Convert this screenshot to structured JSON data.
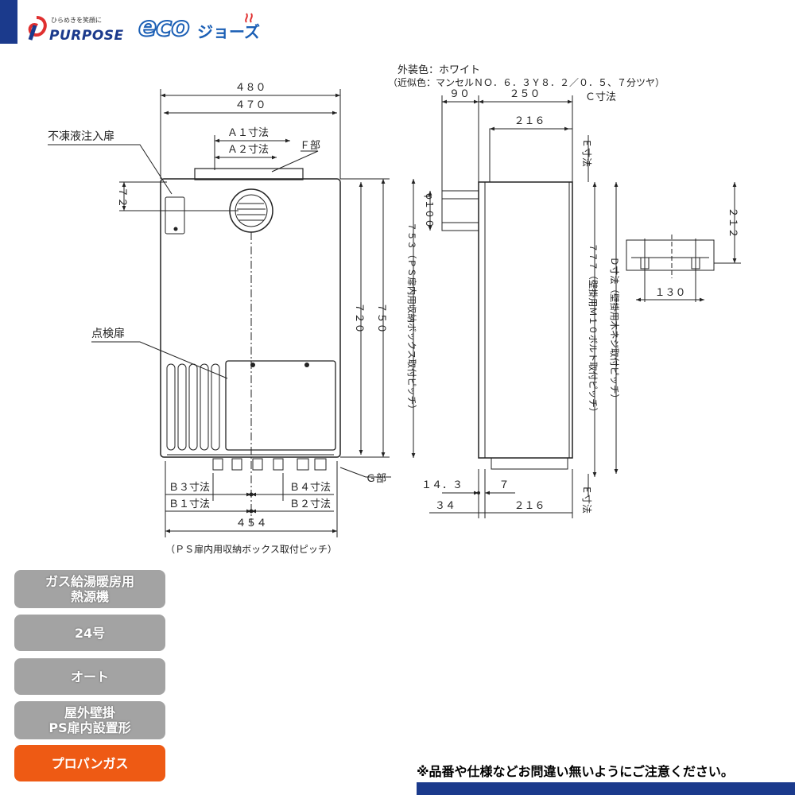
{
  "header": {
    "brand_tagline": "ひらめきを笑顔に",
    "brand_name": "PURPOSE",
    "eco_logo": "eco",
    "eco_logo_suffix": "ジョーズ",
    "brand_color": "#1b3a8c",
    "eco_color": "#1b5fb5"
  },
  "drawing": {
    "color_note_1": "外装色：ホワイト",
    "color_note_2": "（近似色：マンセルＮＯ．６．３Ｙ８．２／０．５、７分ツヤ）",
    "front": {
      "dim_480": "４８０",
      "dim_470": "４７０",
      "a1": "Ａ１寸法",
      "a2": "Ａ２寸法",
      "f_part": "Ｆ部",
      "antifreeze": "不凍液注入扉",
      "dim_72": "７２",
      "inspection": "点検扉",
      "dim_720": "７２０",
      "dim_750": "７５０",
      "b3": "Ｂ３寸法",
      "b1": "Ｂ１寸法",
      "b4": "Ｂ４寸法",
      "b2": "Ｂ２寸法",
      "g_part": "Ｇ部",
      "dim_454": "４５４",
      "ps_pitch": "（ＰＳ扉内用収納ボックス取付ピッチ）"
    },
    "side": {
      "dim_90": "９０",
      "dim_250": "２５０",
      "c_dim": "Ｃ寸法",
      "dim_216_top": "２１６",
      "e_dim_top": "Ｅ寸法",
      "phi100": "φ１００",
      "vert_753": "７５３（ＰＳ扉内用収納ボックス取付ピッチ）",
      "vert_777": "７７７（壁掛用Ｍ１０ボルト取付ピッチ）",
      "vert_d": "Ｄ寸法（壁掛用木ネジ取付ピッチ）",
      "dim_14_3": "１４．３",
      "dim_7": "７",
      "dim_34": "３４",
      "dim_216_bottom": "２１６",
      "e_dim_bottom": "Ｅ寸法"
    },
    "detail": {
      "dim_212": "２１２",
      "dim_130": "１３０"
    }
  },
  "labels": [
    {
      "text": "ガス給湯暖房用\n熱源機"
    },
    {
      "text": "24号"
    },
    {
      "text": "オート"
    },
    {
      "text": "屋外壁掛\nPS扉内設置形"
    },
    {
      "text": "プロパンガス"
    }
  ],
  "accent_color": "#ee5a14",
  "notice": "※品番や仕様などお問違い無いようにご注意ください。"
}
